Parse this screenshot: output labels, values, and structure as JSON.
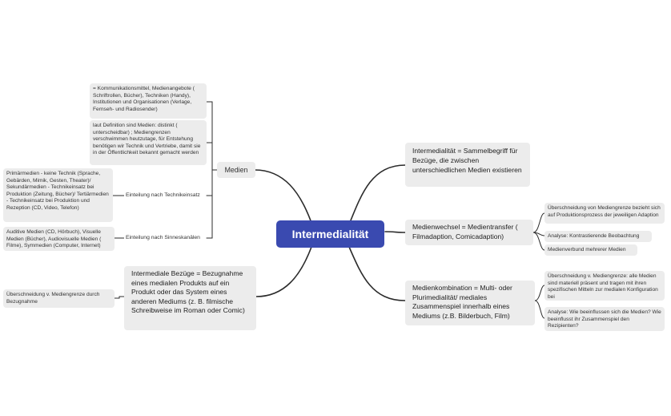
{
  "central": {
    "title": "Intermedialität"
  },
  "colors": {
    "central_bg": "#3a4ab0",
    "node_bg": "#ececec",
    "line": "#2b2b2b"
  },
  "right": {
    "definition": "Intermedialität = Sammelbegriff für Bezüge, die zwischen unterschiedlichen Medien existieren",
    "medienwechsel": {
      "label": "Medienwechsel = Medientransfer ( Filmadaption, Comicadaption)",
      "children": [
        "Überschneidung von Mediengrenze bezieht sich auf Produktionsprozess der jeweiligen Adaption",
        "Analyse: Kontrastierende Beobachtung",
        "Medienverbund mehrerer Medien"
      ]
    },
    "medienkombination": {
      "label": "Medienkombination = Multi- oder Plurimedialität/ mediales Zusammenspiel innerhalb eines Mediums (z.B. Bilderbuch, Film)",
      "children": [
        "Überschneidung v. Mediengrenze: alle Medien sind materiell präsent und tragen mit ihren spezifischen Mitteln zur medialen Konfiguration bei",
        "Analyse: Wie beeinflussen sich die Medien? Wie beeinflusst ihr Zusammenspiel den Rezipienten?"
      ]
    }
  },
  "left": {
    "medien": {
      "label": "Medien",
      "def1": "= Kommunikationsmittel, Medienangebote ( Schriftrollen, Bücher), Techniken (Handy), Institutionen und Organisationen (Verlage, Fernseh- und Radiosender)",
      "def2": "laut Definition sind Medien: distinkt ( unterscheidbar) ; Mediengrenzen verschwimmen heutzutage, für Entstehung benötigen wir Technik und Vertriebe, damit sie in der Öffentlichkeit bekannt gemacht werden",
      "technik": {
        "label": "Einteilung nach Technikeinsatz",
        "child": "Primärmedien - keine Technik (Sprache, Gebärden, Mimik, Gesten, Theater)/ Sekundärmedien - Technikeinsatz bei Produktion (Zeitung, Bücher)/ Tertiärmedien - Technikeinsatz bei Produktion und Rezeption (CD, Video, Telefon)"
      },
      "sinne": {
        "label": "Einteilung nach Sinneskanälen",
        "child": "Auditive Medien (CD, Hörbuch), Visuelle Medien (Bücher), Audiovisuelle Medien ( Filme), Symmedien (Computer, Internet)"
      }
    },
    "bezuege": {
      "label": "Intermediale Bezüge = Bezugnahme eines medialen Produkts auf ein Produkt oder das System eines anderen Mediums (z. B. filmische Schreibweise im Roman oder Comic)",
      "child": "Überschneidung v. Mediengrenze durch Bezugnahme"
    }
  }
}
